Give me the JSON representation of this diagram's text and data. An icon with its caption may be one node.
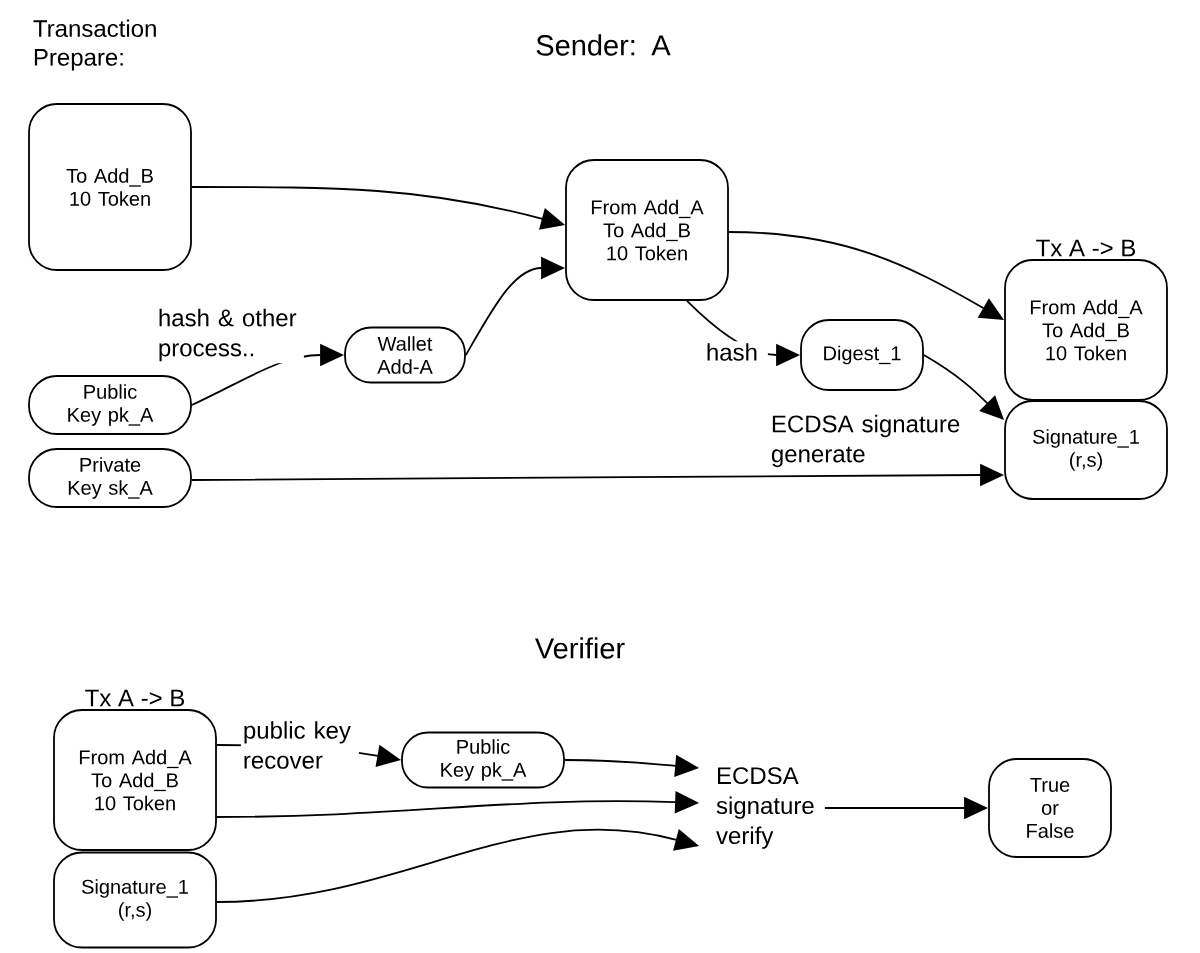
{
  "diagram": {
    "nodes": [
      {
        "text": [
          "To Add_B 10 Token"
        ]
      },
      {
        "text": [
          "Public Key pk_A"
        ]
      },
      {
        "text": [
          "Private Key sk_A"
        ]
      },
      {
        "text": [
          "Wallet Add-A"
        ]
      },
      {
        "text": [
          "From Add_A To Add_B 10 Token"
        ]
      },
      {
        "text": [
          "Digest_1"
        ]
      },
      {
        "text": [
          "Tx A -> B",
          "From Add_A To Add_B 10 Token"
        ]
      },
      {
        "text": [
          "Signature_1 (r,s)"
        ]
      },
      {
        "text": [
          "Tx A -> B",
          "From Add_A To Add_B 10 Token"
        ]
      },
      {
        "text": [
          "Signature_1 (r,s)"
        ]
      },
      {
        "text": [
          "Public Key pk_A"
        ]
      },
      {
        "text": [
          "ECDSA signature verify"
        ]
      },
      {
        "text": [
          "True or False"
        ]
      }
    ],
    "edges": [
      {
        "from": 0,
        "to": 4,
        "arrow": "to"
      },
      {
        "from": 3,
        "to": 4,
        "arrow": "to"
      },
      {
        "from": 1,
        "to": 3,
        "arrow": "to",
        "label": "hash & other process.."
      },
      {
        "from": 4,
        "to": 6,
        "arrow": "to"
      },
      {
        "from": 4,
        "to": 5,
        "arrow": "to",
        "label": "hash"
      },
      {
        "from": 5,
        "to": 7,
        "arrow": "to"
      },
      {
        "from": 2,
        "to": 7,
        "arrow": "to",
        "label": "ECDSA signature generate"
      },
      {
        "from": 8,
        "to": 10,
        "arrow": "to",
        "label": "public key recover"
      },
      {
        "from": 10,
        "to": 11,
        "arrow": "to"
      },
      {
        "from": 8,
        "to": 11,
        "arrow": "to"
      },
      {
        "from": 9,
        "to": 11,
        "arrow": "to"
      },
      {
        "from": 11,
        "to": 12,
        "arrow": "to"
      }
    ],
    "labels": [
      "Transaction Prepare:",
      "Sender: A",
      "Verifier"
    ]
  }
}
